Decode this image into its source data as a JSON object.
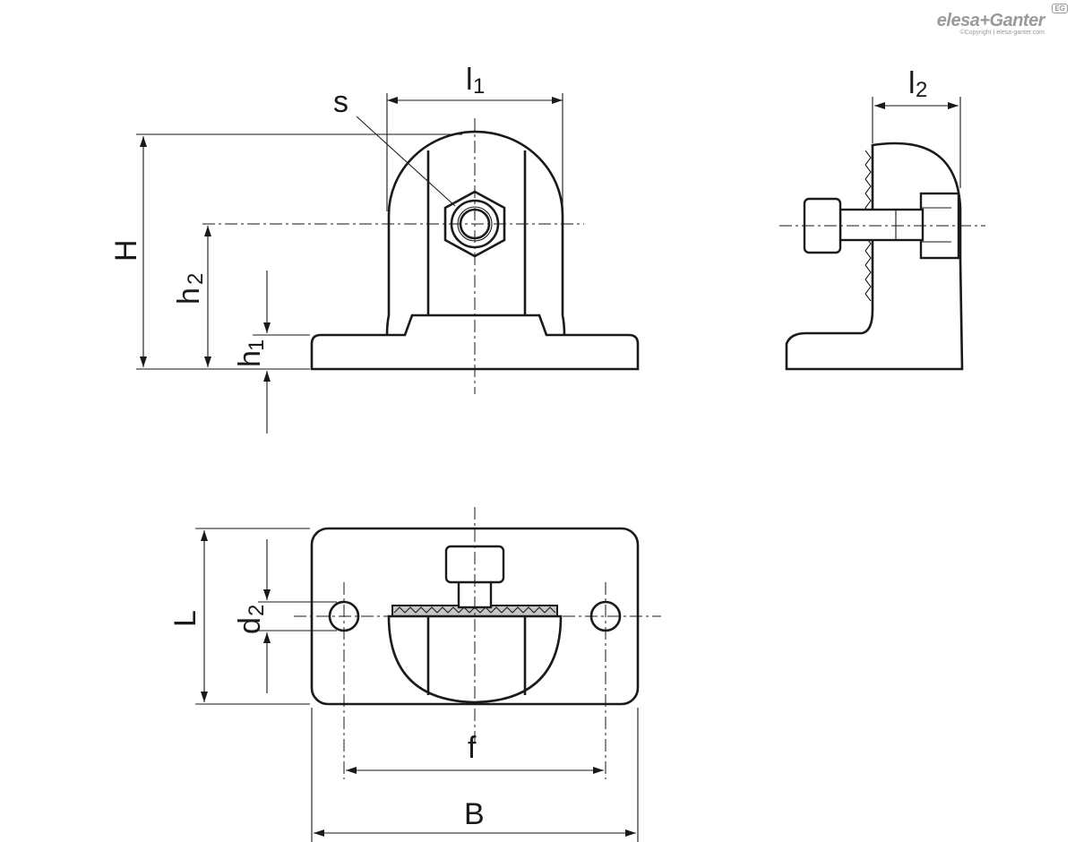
{
  "brand": {
    "name": "elesa+Ganter",
    "badge": "EG",
    "copyright": "©Copyright | elesa-ganter.com"
  },
  "labels": {
    "l1": "l",
    "l1_sub": "1",
    "l2": "l",
    "l2_sub": "2",
    "s": "s",
    "H": "H",
    "h2": "h",
    "h2_sub": "2",
    "h1": "h",
    "h1_sub": "1",
    "L": "L",
    "d2": "d",
    "d2_sub": "2",
    "f": "f",
    "B": "B"
  },
  "colors": {
    "line": "#1a1a1a",
    "logo": "#9a9a9a",
    "background": "#ffffff"
  }
}
